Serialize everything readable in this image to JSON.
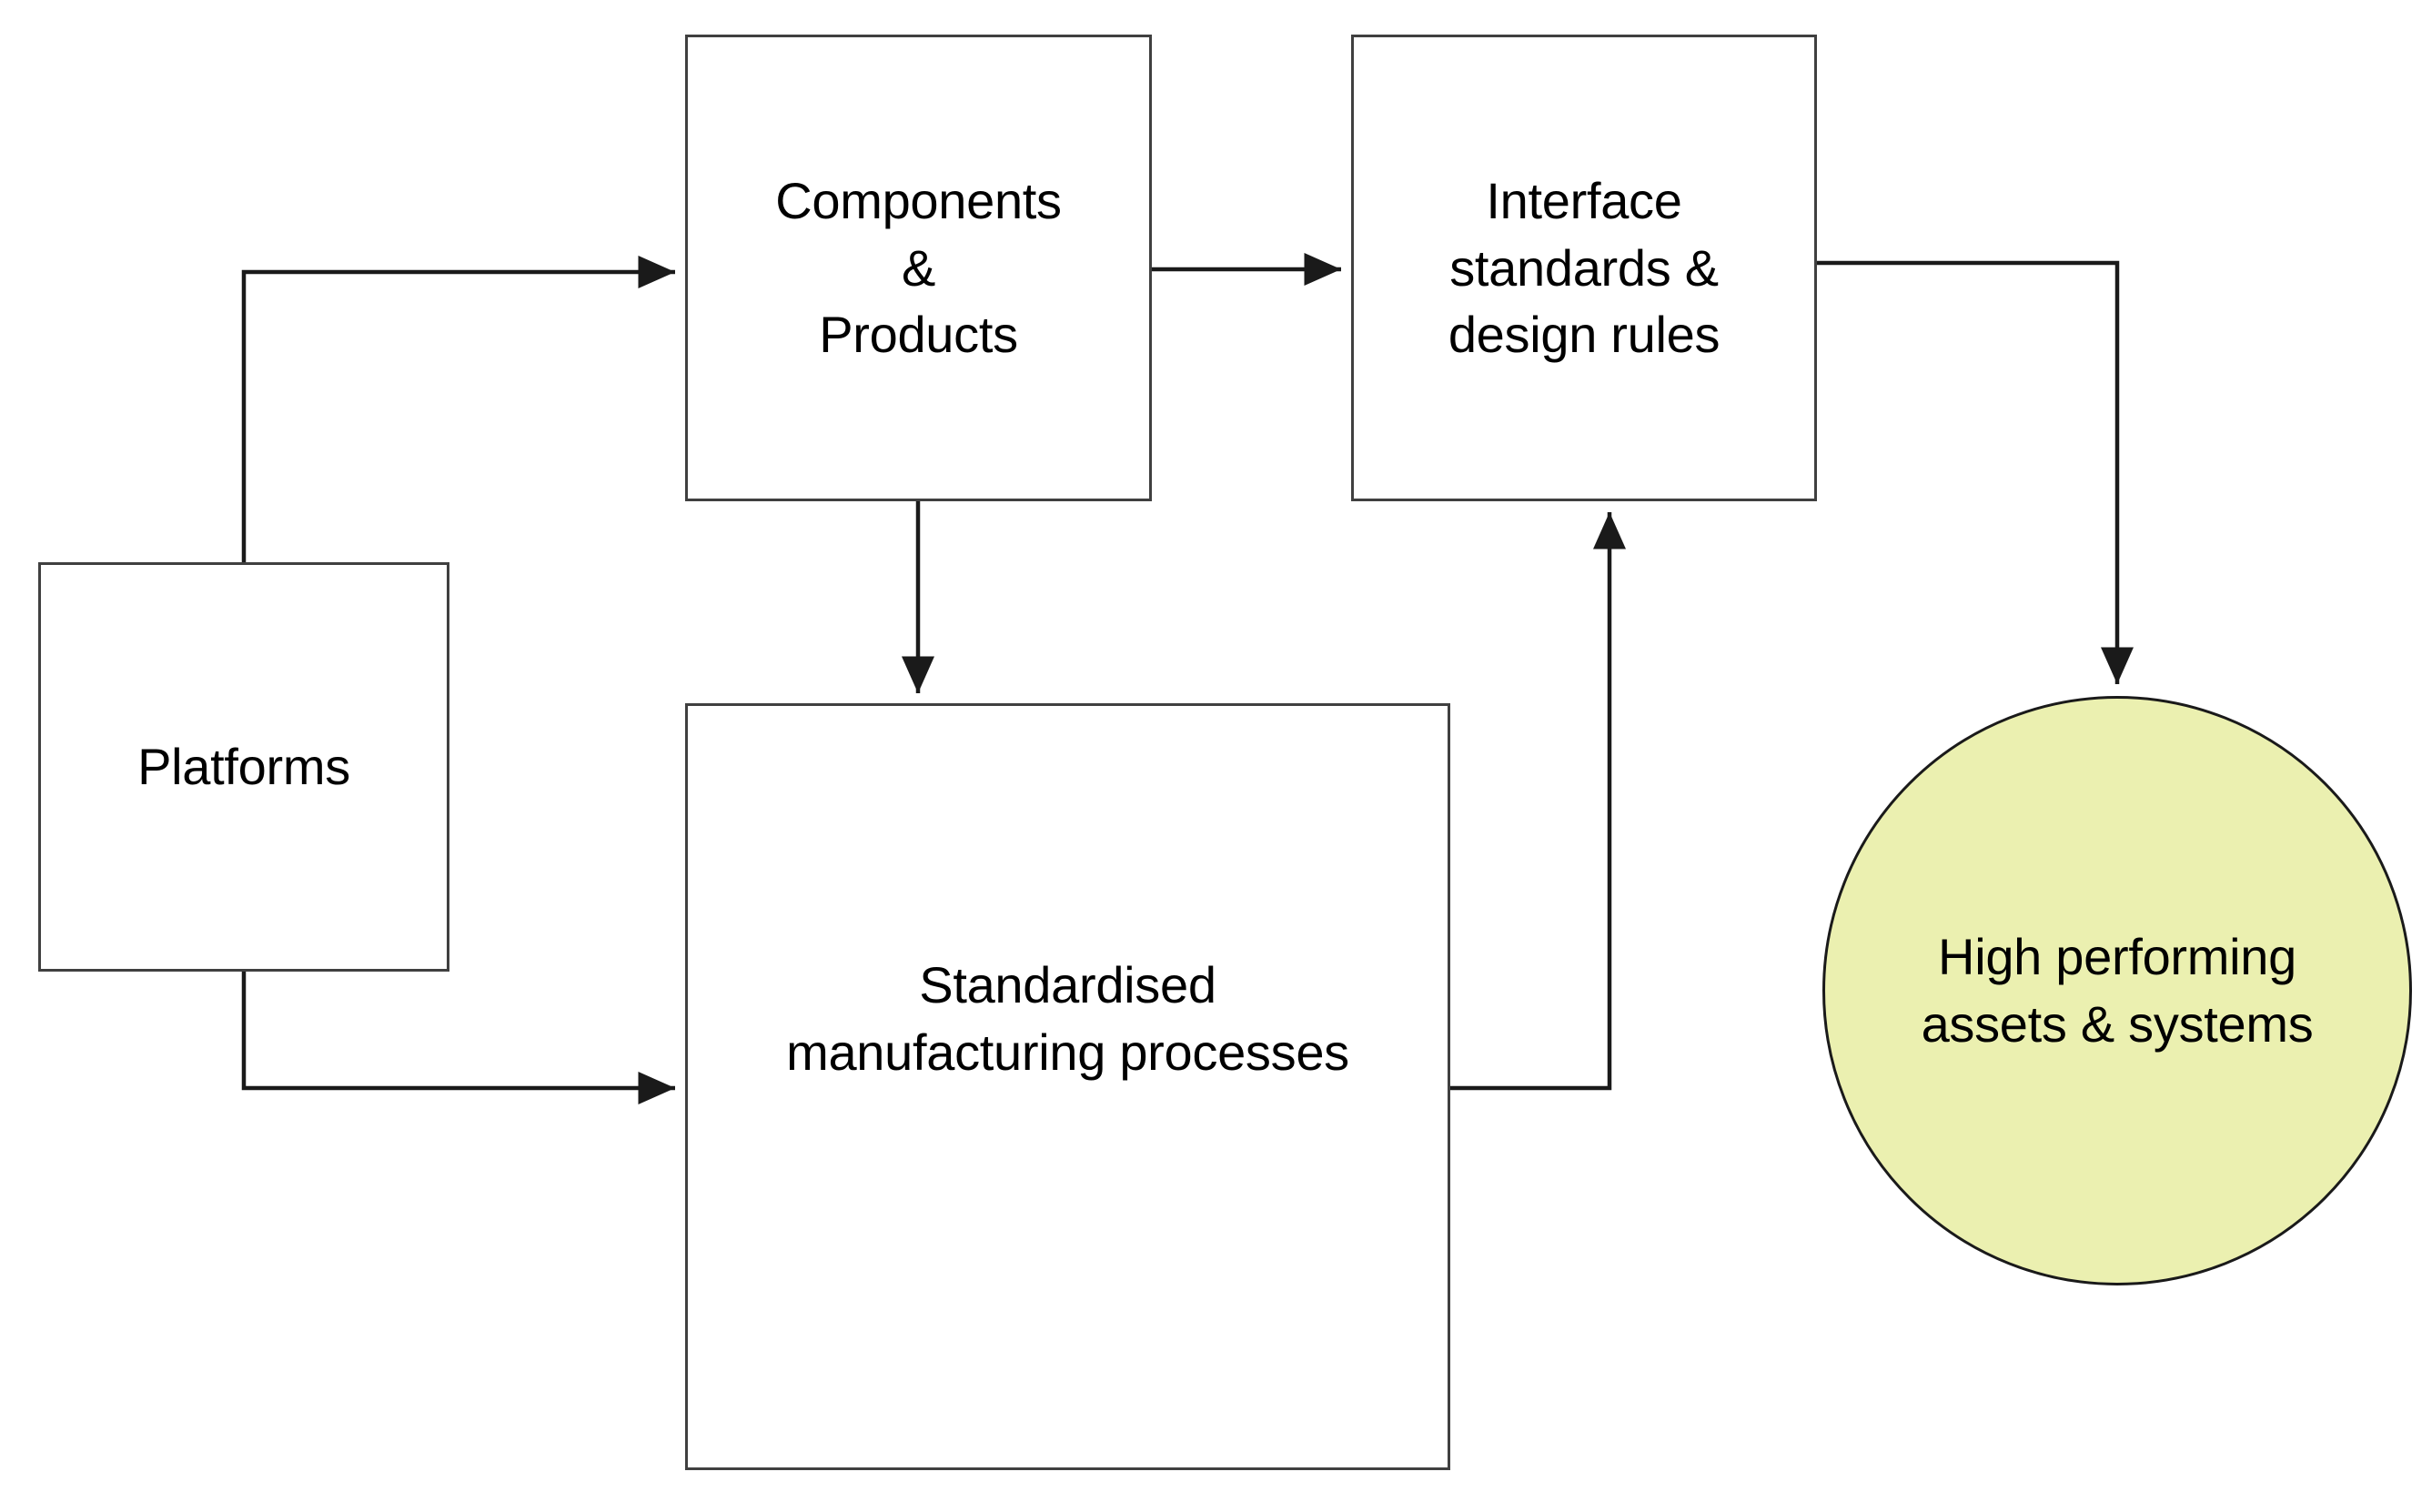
{
  "diagram": {
    "title": "Platforms to high performing assets flow diagram",
    "background_color": "#ffffff",
    "line_color": "#1a1a1a",
    "box_border_color": "#404040",
    "circle_fill_color": "#ebf0b0",
    "nodes": {
      "platforms": {
        "label": "Platforms",
        "shape": "rectangle",
        "fill": "#ffffff"
      },
      "components": {
        "label": "Components\n&\nProducts",
        "shape": "rectangle",
        "fill": "#ffffff"
      },
      "interface": {
        "label": "Interface\nstandards &\ndesign rules",
        "shape": "rectangle",
        "fill": "#ffffff"
      },
      "processes": {
        "label": "Standardised\nmanufacturing processes",
        "shape": "rectangle",
        "fill": "#ffffff"
      },
      "assets": {
        "label": "High performing\nassets & systems",
        "shape": "circle",
        "fill": "#ebf0b0"
      }
    },
    "edges": [
      {
        "from": "platforms",
        "to": "components",
        "style": "elbow",
        "arrowhead": "filled-triangle"
      },
      {
        "from": "platforms",
        "to": "processes",
        "style": "elbow",
        "arrowhead": "filled-triangle"
      },
      {
        "from": "components",
        "to": "interface",
        "style": "straight",
        "arrowhead": "filled-triangle"
      },
      {
        "from": "components",
        "to": "processes",
        "style": "straight",
        "arrowhead": "filled-triangle"
      },
      {
        "from": "processes",
        "to": "interface",
        "style": "elbow",
        "arrowhead": "filled-triangle"
      },
      {
        "from": "interface",
        "to": "assets",
        "style": "elbow",
        "arrowhead": "filled-triangle"
      }
    ]
  }
}
